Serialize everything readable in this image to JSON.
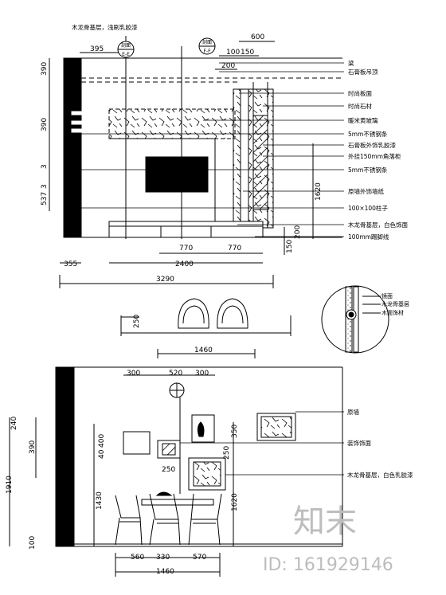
{
  "top_elevation": {
    "section_markers": [
      {
        "top": "剖面",
        "bottom": "E-E"
      },
      {
        "top": "剖面",
        "bottom": "F-F"
      }
    ],
    "dimensions_top": [
      "600",
      "395",
      "100",
      "150",
      "200"
    ],
    "dimensions_left": [
      "390",
      "3",
      "3",
      "537",
      "3"
    ],
    "dimensions_right_vertical": [
      "1620",
      "150",
      "200"
    ],
    "dimensions_bottom": [
      "770",
      "770",
      "355",
      "2400",
      "3290"
    ],
    "callouts": [
      "木龙骨基层，浅刷乳胶漆",
      "梁",
      "石膏板吊顶",
      "时尚板面",
      "时尚石材",
      "暖米黄玻璃",
      "5mm不锈钢条",
      "石膏板外饰乳胶漆",
      "外挂150mm角落柜",
      "5mm不锈钢条",
      "原墙外饰墙纸",
      "100×100柱子",
      "木龙骨基层，白色饰面",
      "100mm踢脚线"
    ]
  },
  "plan": {
    "dimensions": [
      "250",
      "1460"
    ]
  },
  "detail": {
    "labels": [
      "镜面",
      "木龙骨基层",
      "木面饰材"
    ]
  },
  "bottom_elevation": {
    "dimensions_top": [
      "300",
      "520",
      "300"
    ],
    "dimensions_left": [
      "240",
      "390",
      "1910",
      "400",
      "40",
      "1430",
      "100"
    ],
    "dimensions_inner": [
      "350",
      "250",
      "250",
      "1620"
    ],
    "dimensions_bottom": [
      "560",
      "330",
      "570",
      "1460"
    ],
    "callouts": [
      "原墙",
      "装饰饰面",
      "木龙骨基层，白色乳胶漆"
    ]
  },
  "watermark": {
    "brand": "知末",
    "id": "ID: 161929146"
  }
}
